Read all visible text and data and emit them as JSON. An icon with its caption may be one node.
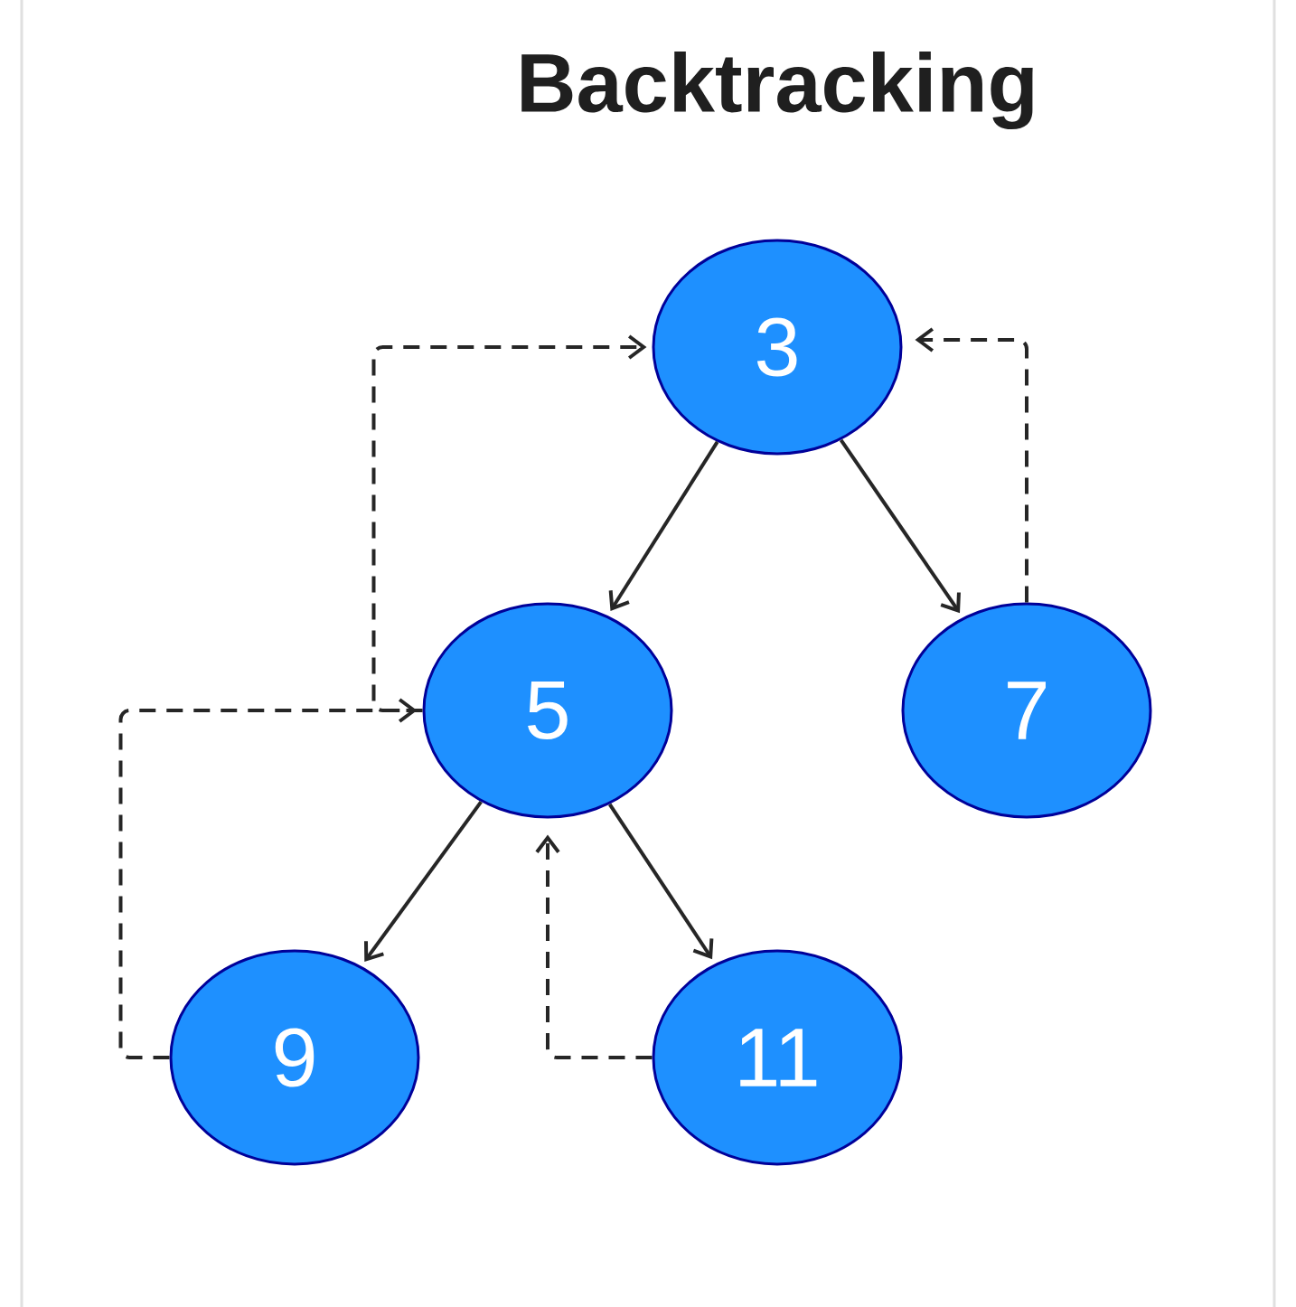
{
  "diagram": {
    "title": "Backtracking",
    "nodes": [
      {
        "text": [
          "3"
        ]
      },
      {
        "text": [
          "5"
        ]
      },
      {
        "text": [
          "7"
        ]
      },
      {
        "text": [
          "9"
        ]
      },
      {
        "text": [
          "11"
        ]
      }
    ],
    "edges": [
      {
        "from": 0,
        "to": 1,
        "arrow": "to"
      },
      {
        "from": 0,
        "to": 2,
        "arrow": "to"
      },
      {
        "from": 1,
        "to": 3,
        "arrow": "to"
      },
      {
        "from": 1,
        "to": 4,
        "arrow": "to"
      },
      {
        "from": 2,
        "to": 0,
        "arrow": "to",
        "style": "dashed"
      },
      {
        "from": 1,
        "to": 0,
        "arrow": "to",
        "style": "dashed"
      },
      {
        "from": 3,
        "to": 1,
        "arrow": "to",
        "style": "dashed"
      },
      {
        "from": 4,
        "to": 1,
        "arrow": "to",
        "style": "dashed"
      }
    ]
  }
}
